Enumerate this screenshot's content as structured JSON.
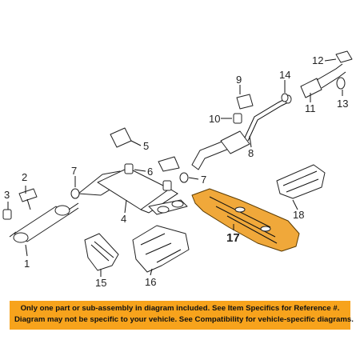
{
  "callouts": {
    "c1": "1",
    "c2": "2",
    "c3": "3",
    "c4": "4",
    "c5": "5",
    "c6": "6",
    "c7a": "7",
    "c7b": "7",
    "c8": "8",
    "c9": "9",
    "c10": "10",
    "c11": "11",
    "c12": "12",
    "c13": "13",
    "c14": "14",
    "c15": "15",
    "c16": "16",
    "c17": "17",
    "c18": "18"
  },
  "notice": {
    "line1": "Only one part or sub-assembly in diagram included. See Item Specifics for Reference #.",
    "line2": "Diagram may not be specific to your vehicle. See Compatibility for vehicle-specific diagrams."
  },
  "colors": {
    "highlight": "#f0a83a",
    "banner": "#f7a31c"
  },
  "highlighted_part": "17"
}
